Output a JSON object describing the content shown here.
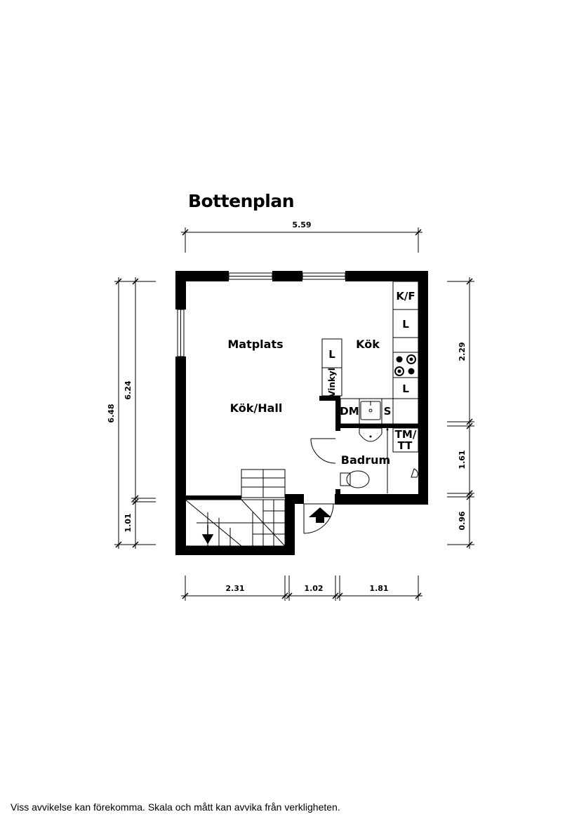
{
  "title": "Bottenplan",
  "rooms": {
    "matplats": "Matplats",
    "kok": "Kök",
    "kok_hall": "Kök/Hall",
    "badrum": "Badrum"
  },
  "fixtures": {
    "kf": "K/F",
    "l1": "L",
    "l2": "L",
    "l_island": "L",
    "vinkyl": "Vinkyl",
    "dm": "DM",
    "s": "S",
    "tm": "TM/",
    "tt": "TT"
  },
  "dimensions": {
    "top": "5.59",
    "left_outer": "6.48",
    "left_inner": "6.24",
    "left_bottom": "1.01",
    "right_top": "2.29",
    "right_mid": "1.61",
    "right_bottom": "0.96",
    "bottom_1": "2.31",
    "bottom_2": "1.02",
    "bottom_3": "1.81"
  },
  "disclaimer": "Viss avvikelse kan förekomma. Skala och mått kan avvika från verkligheten."
}
